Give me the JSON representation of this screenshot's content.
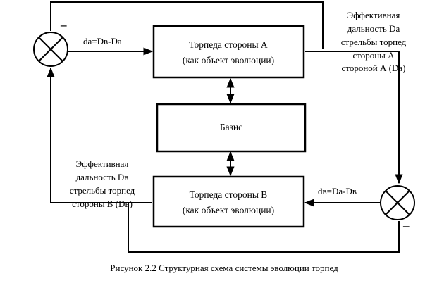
{
  "boxes": {
    "torpedo_a": {
      "line1": "Торпеда стороны А",
      "line2": "(как объект эволюции)"
    },
    "basis": {
      "label": "Базис"
    },
    "torpedo_b": {
      "line1": "Торпеда стороны В",
      "line2": "(как объект эволюции)"
    }
  },
  "signals": {
    "da_eq": "dа=Dв-Dа",
    "db_eq": "dв=Dа-Dв"
  },
  "labels": {
    "range_a": [
      "Эффективная",
      "дальность Dа",
      "стрельбы торпед",
      "стороны А",
      "стороной А (Dа)"
    ],
    "range_b": [
      "Эффективная",
      "дальность Dв",
      "стрельбы  торпед",
      "стороны В (Dв)"
    ]
  },
  "signs": {
    "left": "–",
    "right": "–"
  },
  "caption": "Рисунок 2.2 Структурная схема системы эволюции торпед"
}
